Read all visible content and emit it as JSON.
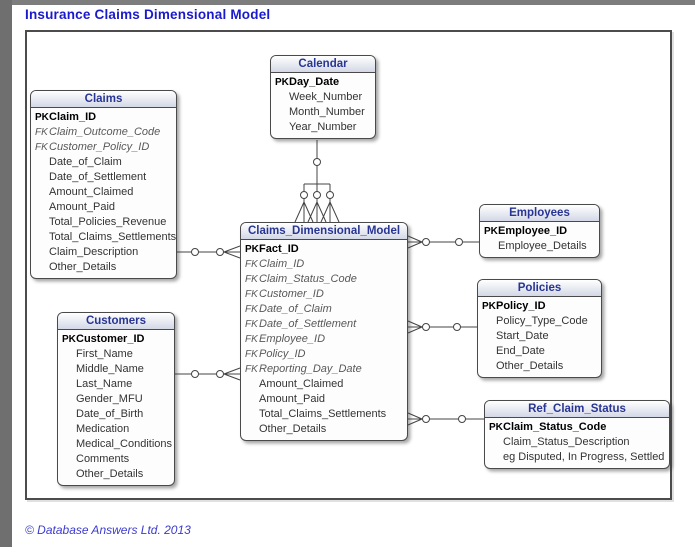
{
  "page": {
    "title": "Insurance Claims Dimensional Model",
    "footer": "© Database Answers Ltd. 2013"
  },
  "colors": {
    "page_title": "#1a1acc",
    "entity_title": "#283593",
    "footer_text": "#3b3bcf",
    "connector": "#444444"
  },
  "entities": [
    {
      "id": "claims",
      "title": "Claims",
      "fields": [
        {
          "key": "PK",
          "name": "Claim_ID"
        },
        {
          "key": "FK",
          "name": "Claim_Outcome_Code"
        },
        {
          "key": "FK",
          "name": "Customer_Policy_ID"
        },
        {
          "key": "",
          "name": "Date_of_Claim"
        },
        {
          "key": "",
          "name": "Date_of_Settlement"
        },
        {
          "key": "",
          "name": "Amount_Claimed"
        },
        {
          "key": "",
          "name": "Amount_Paid"
        },
        {
          "key": "",
          "name": "Total_Policies_Revenue"
        },
        {
          "key": "",
          "name": "Total_Claims_Settlements"
        },
        {
          "key": "",
          "name": "Claim_Description"
        },
        {
          "key": "",
          "name": "Other_Details"
        }
      ]
    },
    {
      "id": "calendar",
      "title": "Calendar",
      "fields": [
        {
          "key": "PK",
          "name": "Day_Date"
        },
        {
          "key": "",
          "name": "Week_Number"
        },
        {
          "key": "",
          "name": "Month_Number"
        },
        {
          "key": "",
          "name": "Year_Number"
        }
      ]
    },
    {
      "id": "fact",
      "title": "Claims_Dimensional_Model",
      "fields": [
        {
          "key": "PK",
          "name": "Fact_ID"
        },
        {
          "key": "FK",
          "name": "Claim_ID"
        },
        {
          "key": "FK",
          "name": "Claim_Status_Code"
        },
        {
          "key": "FK",
          "name": "Customer_ID"
        },
        {
          "key": "FK",
          "name": "Date_of_Claim"
        },
        {
          "key": "FK",
          "name": "Date_of_Settlement"
        },
        {
          "key": "FK",
          "name": "Employee_ID"
        },
        {
          "key": "FK",
          "name": "Policy_ID"
        },
        {
          "key": "FK",
          "name": "Reporting_Day_Date"
        },
        {
          "key": "",
          "name": "Amount_Claimed"
        },
        {
          "key": "",
          "name": "Amount_Paid"
        },
        {
          "key": "",
          "name": "Total_Claims_Settlements"
        },
        {
          "key": "",
          "name": "Other_Details"
        }
      ]
    },
    {
      "id": "employees",
      "title": "Employees",
      "fields": [
        {
          "key": "PK",
          "name": "Employee_ID"
        },
        {
          "key": "",
          "name": "Employee_Details"
        }
      ]
    },
    {
      "id": "policies",
      "title": "Policies",
      "fields": [
        {
          "key": "PK",
          "name": "Policy_ID"
        },
        {
          "key": "",
          "name": "Policy_Type_Code"
        },
        {
          "key": "",
          "name": "Start_Date"
        },
        {
          "key": "",
          "name": "End_Date"
        },
        {
          "key": "",
          "name": "Other_Details"
        }
      ]
    },
    {
      "id": "ref_claim_status",
      "title": "Ref_Claim_Status",
      "fields": [
        {
          "key": "PK",
          "name": "Claim_Status_Code"
        },
        {
          "key": "",
          "name": "Claim_Status_Description"
        },
        {
          "key": "",
          "name": "eg Disputed, In Progress, Settled"
        }
      ]
    },
    {
      "id": "customers",
      "title": "Customers",
      "fields": [
        {
          "key": "PK",
          "name": "Customer_ID"
        },
        {
          "key": "",
          "name": "First_Name"
        },
        {
          "key": "",
          "name": "Middle_Name"
        },
        {
          "key": "",
          "name": "Last_Name"
        },
        {
          "key": "",
          "name": "Gender_MFU"
        },
        {
          "key": "",
          "name": "Date_of_Birth"
        },
        {
          "key": "",
          "name": "Medication"
        },
        {
          "key": "",
          "name": "Medical_Conditions"
        },
        {
          "key": "",
          "name": "Comments"
        },
        {
          "key": "",
          "name": "Other_Details"
        }
      ]
    }
  ],
  "relationships": [
    {
      "from": "Claims",
      "to": "Claims_Dimensional_Model",
      "notation": "zero-or-one to zero-or-many"
    },
    {
      "from": "Calendar",
      "to": "Claims_Dimensional_Model",
      "notation": "zero-or-one to zero-or-many, three date roles"
    },
    {
      "from": "Customers",
      "to": "Claims_Dimensional_Model",
      "notation": "zero-or-one to zero-or-many"
    },
    {
      "from": "Employees",
      "to": "Claims_Dimensional_Model",
      "notation": "zero-or-one to zero-or-many"
    },
    {
      "from": "Policies",
      "to": "Claims_Dimensional_Model",
      "notation": "zero-or-one to zero-or-many"
    },
    {
      "from": "Ref_Claim_Status",
      "to": "Claims_Dimensional_Model",
      "notation": "zero-or-one to zero-or-many"
    }
  ]
}
